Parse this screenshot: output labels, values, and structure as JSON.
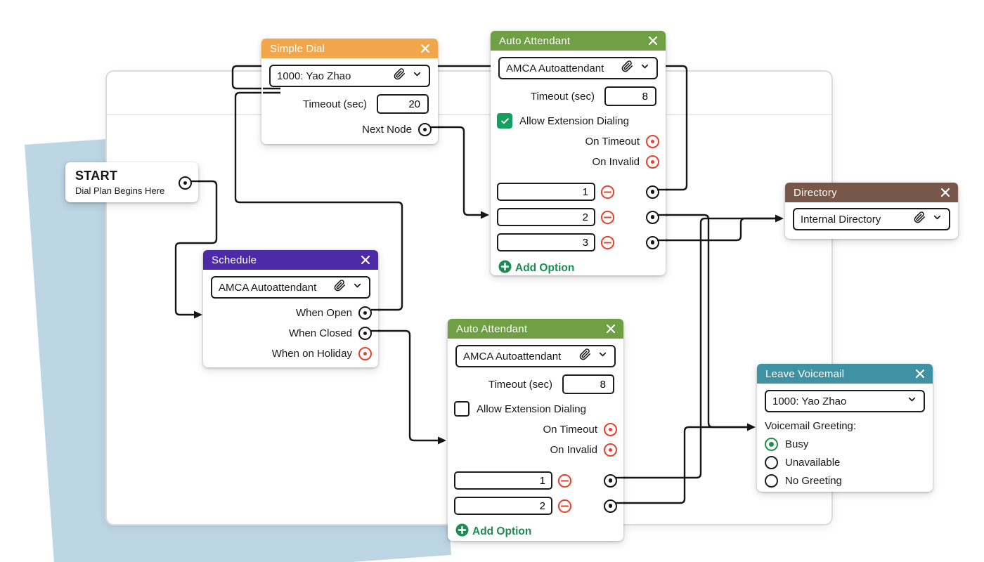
{
  "nodes": {
    "start": {
      "title": "START",
      "subtitle": "Dial Plan Begins Here"
    },
    "simple_dial": {
      "title": "Simple Dial",
      "header_color": "#F1A64B",
      "selection": "1000: Yao Zhao",
      "timeout_label": "Timeout (sec)",
      "timeout_value": "20",
      "next_node_label": "Next Node"
    },
    "auto_attendant_1": {
      "title": "Auto Attendant",
      "header_color": "#70A045",
      "selection": "AMCA Autoattendant",
      "timeout_label": "Timeout (sec)",
      "timeout_value": "8",
      "allow_extension_label": "Allow Extension Dialing",
      "allow_extension_checked": true,
      "on_timeout_label": "On Timeout",
      "on_invalid_label": "On Invalid",
      "options": [
        "1",
        "2",
        "3"
      ],
      "add_option_label": "Add Option"
    },
    "directory": {
      "title": "Directory",
      "header_color": "#76574A",
      "selection": "Internal Directory"
    },
    "schedule": {
      "title": "Schedule",
      "header_color": "#4C2AA8",
      "selection": "AMCA Autoattendant",
      "when_open_label": "When Open",
      "when_closed_label": "When Closed",
      "when_holiday_label": "When on Holiday"
    },
    "auto_attendant_2": {
      "title": "Auto Attendant",
      "header_color": "#70A045",
      "selection": "AMCA Autoattendant",
      "timeout_label": "Timeout (sec)",
      "timeout_value": "8",
      "allow_extension_label": "Allow Extension Dialing",
      "allow_extension_checked": false,
      "on_timeout_label": "On Timeout",
      "on_invalid_label": "On Invalid",
      "options": [
        "1",
        "2"
      ],
      "add_option_label": "Add Option"
    },
    "leave_voicemail": {
      "title": "Leave Voicemail",
      "header_color": "#3F92A3",
      "selection": "1000: Yao Zhao",
      "greeting_label": "Voicemail Greeting:",
      "greeting_options": [
        {
          "label": "Busy",
          "selected": true
        },
        {
          "label": "Unavailable",
          "selected": false
        },
        {
          "label": "No Greeting",
          "selected": false
        }
      ]
    }
  },
  "colors": {
    "checkbox_green": "#16A05F",
    "radio_green": "#1E8E4F",
    "add_green": "#1E8B52",
    "danger_red": "#E8402B",
    "line": "#161616",
    "blue_panel": "#BDD6E4"
  }
}
